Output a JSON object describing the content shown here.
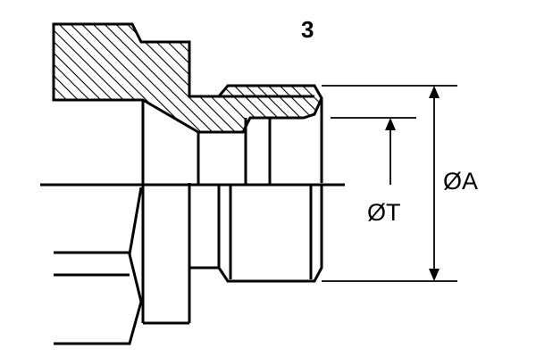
{
  "figure_number": "3",
  "labels": {
    "outer_diameter": "ØA",
    "thread_diameter": "ØT"
  },
  "colors": {
    "line": "#000000",
    "background": "#ffffff"
  }
}
